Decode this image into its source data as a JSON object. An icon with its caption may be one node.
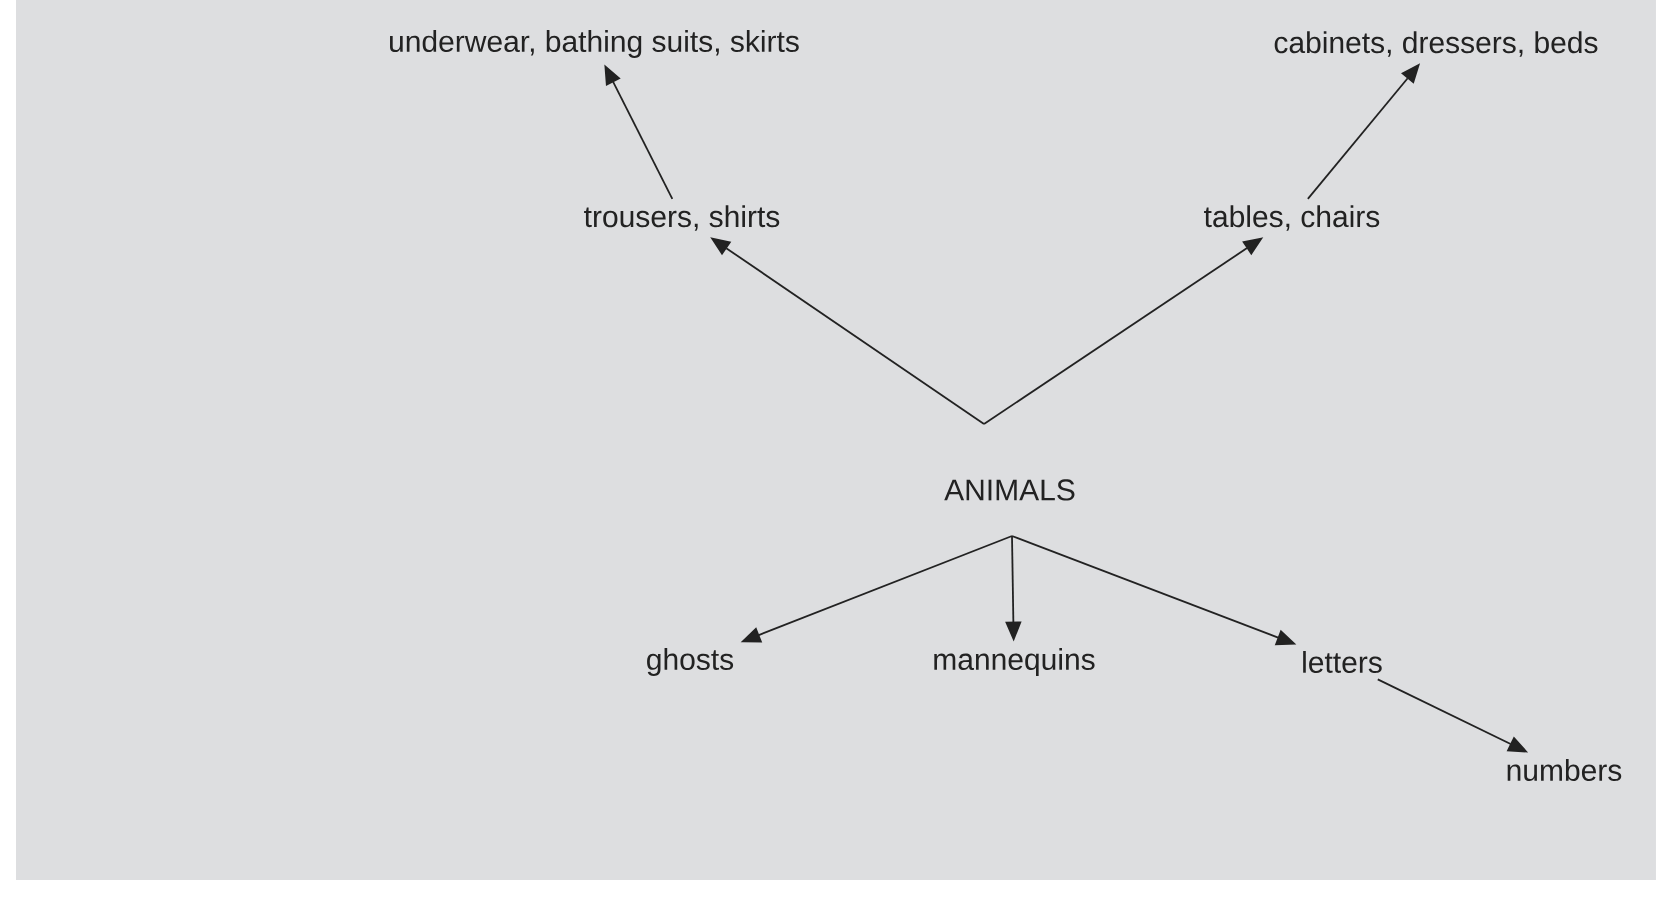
{
  "diagram": {
    "nodes": [
      {
        "text": [
          "underwear, bathing suits, skirts"
        ]
      },
      {
        "text": [
          "cabinets, dressers, beds"
        ]
      },
      {
        "text": [
          "trousers, shirts"
        ]
      },
      {
        "text": [
          "tables, chairs"
        ]
      },
      {
        "text": [
          "ANIMALS"
        ]
      },
      {
        "text": [
          "ghosts"
        ]
      },
      {
        "text": [
          "mannequins"
        ]
      },
      {
        "text": [
          "letters"
        ]
      },
      {
        "text": [
          "numbers"
        ]
      }
    ],
    "edges": [
      {
        "from": 2,
        "to": 0,
        "arrow": "to"
      },
      {
        "from": 3,
        "to": 1,
        "arrow": "to"
      },
      {
        "from": 4,
        "to": 2,
        "arrow": "to"
      },
      {
        "from": 4,
        "to": 3,
        "arrow": "to"
      },
      {
        "from": 4,
        "to": 5,
        "arrow": "to"
      },
      {
        "from": 4,
        "to": 6,
        "arrow": "to"
      },
      {
        "from": 4,
        "to": 7,
        "arrow": "to"
      },
      {
        "from": 7,
        "to": 8,
        "arrow": "to"
      }
    ]
  }
}
